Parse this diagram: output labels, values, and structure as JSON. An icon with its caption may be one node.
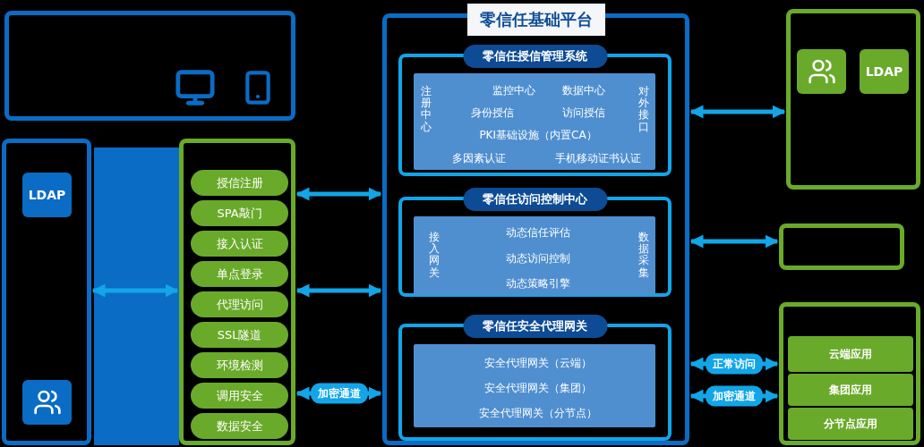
{
  "diagram": {
    "title": "零信任基础平台",
    "nodes": [
      {
        "text": [],
        "shape": "box"
      },
      {
        "text": [],
        "shape": "box"
      },
      {
        "text": [],
        "shape": "box"
      },
      {
        "text": [
          "授信注册"
        ],
        "in": 2
      },
      {
        "text": [
          "SPA敲门"
        ],
        "in": 2
      },
      {
        "text": [
          "接入认证"
        ],
        "in": 2
      },
      {
        "text": [
          "单点登录"
        ],
        "in": 2
      },
      {
        "text": [
          "代理访问"
        ],
        "in": 2
      },
      {
        "text": [
          "SSL隧道"
        ],
        "in": 2
      },
      {
        "text": [
          "环境检测"
        ],
        "in": 2
      },
      {
        "text": [
          "调用安全"
        ],
        "in": 2
      },
      {
        "text": [
          "数据安全"
        ],
        "in": 2
      },
      {
        "text": [],
        "shape": "box"
      },
      {
        "text": [
          "零信任授信管理系统",
          "注册中心",
          "监控中心",
          "数据中心",
          "身份授信",
          "访问授信",
          "PKI基础设施（内置CA）",
          "多因素认证",
          "手机移动证书认证",
          "对外接口"
        ],
        "in": 12
      },
      {
        "text": [
          "零信任访问控制中心",
          "接入网关",
          "动态信任评估",
          "动态访问控制",
          "动态策略引擎",
          "数据采集"
        ],
        "in": 12
      },
      {
        "text": [
          "零信任安全代理网关",
          "安全代理网关（云端）",
          "安全代理网关（集团）",
          "安全代理网关（分节点）"
        ],
        "in": 12
      },
      {
        "text": [],
        "shape": "box"
      },
      {
        "text": [],
        "shape": "box"
      },
      {
        "text": [],
        "shape": "box"
      },
      {
        "text": [
          "云端应用"
        ],
        "in": 18
      },
      {
        "text": [
          "集团应用"
        ],
        "in": 18
      },
      {
        "text": [
          "分节点应用"
        ],
        "in": 18
      }
    ],
    "edges": [
      {
        "from": 1,
        "to": 2,
        "arrow": "both"
      },
      {
        "from": 2,
        "to": 12,
        "arrow": "both"
      },
      {
        "from": 2,
        "to": 12,
        "arrow": "both"
      },
      {
        "from": 2,
        "to": 12,
        "arrow": "both",
        "label": "加密通道"
      },
      {
        "from": 12,
        "to": 16,
        "arrow": "both"
      },
      {
        "from": 12,
        "to": 17,
        "arrow": "both"
      },
      {
        "from": 12,
        "to": 18,
        "arrow": "both",
        "label": "正常访问"
      },
      {
        "from": 12,
        "to": 18,
        "arrow": "both",
        "label": "加密通道"
      }
    ],
    "labels": [
      "LDAP",
      "LDAP"
    ]
  }
}
